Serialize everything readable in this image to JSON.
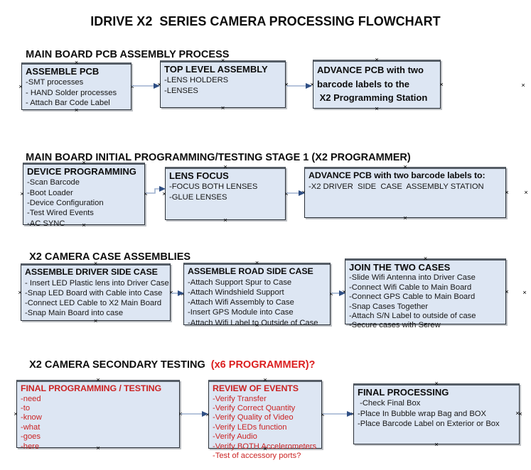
{
  "title": "IDRIVE X2  SERIES CAMERA PROCESSING FLOWCHART",
  "colors": {
    "box_fill": "#dde6f3",
    "box_border": "#2a3038",
    "arrow_line": "#9db1cf",
    "arrow_head": "#2f4f84",
    "red_text": "#cb2424",
    "header_red": "#db1f1f",
    "black_text": "#0c0c0c"
  },
  "icons": {
    "anchor_marker": "×"
  },
  "sections": [
    {
      "header": "MAIN BOARD PCB ASSEMBLY PROCESS",
      "boxes": [
        {
          "title": "ASSEMBLE PCB",
          "items": [
            "-SMT processes",
            "- HAND Solder processes",
            "- Attach Bar Code Label"
          ]
        },
        {
          "title": "TOP LEVEL ASSEMBLY",
          "items": [
            "-LENS HOLDERS",
            "-LENSES"
          ]
        },
        {
          "title_lines": [
            "ADVANCE PCB with two",
            "barcode labels to the",
            " X2 Programming Station"
          ]
        }
      ]
    },
    {
      "header": "MAIN BOARD INITIAL PROGRAMMING/TESTING STAGE 1 (X2 PROGRAMMER)",
      "boxes": [
        {
          "title": "DEVICE PROGRAMMING",
          "items": [
            "-Scan Barcode",
            "-Boot Loader",
            "-Device Configuration",
            "-Test Wired Events",
            "-AC SYNC"
          ]
        },
        {
          "title": "LENS FOCUS",
          "items": [
            "-FOCUS BOTH LENSES",
            "-GLUE LENSES"
          ]
        },
        {
          "title": "ADVANCE PCB with two barcode labels to:",
          "items": [
            "-X2 DRIVER  SIDE  CASE  ASSEMBLY STATION"
          ]
        }
      ]
    },
    {
      "header": "X2 CAMERA CASE ASSEMBLIES",
      "boxes": [
        {
          "title": "ASSEMBLE DRIVER SIDE CASE",
          "items": [
            "- Insert LED Plastic lens into Driver Case",
            "-Snap LED Board with Cable into Case",
            "-Connect LED Cable to X2 Main Board",
            "-Snap Main Board into case"
          ]
        },
        {
          "title": "ASSEMBLE ROAD SIDE CASE",
          "items": [
            "-Attach Support Spur to Case",
            "-Attach Windshield Support",
            "-Attach Wifi Assembly to Case",
            "-Insert GPS Module into Case",
            "-Attach Wifi Label to Outside of Case"
          ]
        },
        {
          "title": "JOIN THE TWO CASES",
          "items": [
            "-Slide Wifi Antenna into Driver Case",
            "-Connect Wifi Cable to Main Board",
            "-Connect GPS Cable to Main Board",
            "-Snap Cases Together",
            "-Attach S/N Label to outside of case",
            "-Secure cases with Screw"
          ]
        }
      ]
    },
    {
      "header": "X2 CAMERA SECONDARY TESTING ",
      "header_red": " (x6 PROGRAMMER)?",
      "boxes": [
        {
          "title": "FINAL PROGRAMMING / TESTING",
          "items": [
            "-need",
            "-to",
            "-know",
            "-what",
            "-goes",
            "-here"
          ]
        },
        {
          "title": "REVIEW OF EVENTS",
          "items": [
            "-Verify Transfer",
            "-Verify Correct Quantity",
            "-Verify Quality of Video",
            "-Verify LEDs function",
            "-Verify Audio",
            "-Verify BOTH Accelerometers",
            "-Test of accessory ports?"
          ]
        },
        {
          "title": "FINAL PROCESSING",
          "items": [
            " -Check Final Box",
            "-Place In Bubble wrap Bag and BOX",
            "-Place Barcode Label on Exterior or Box"
          ]
        }
      ]
    }
  ]
}
